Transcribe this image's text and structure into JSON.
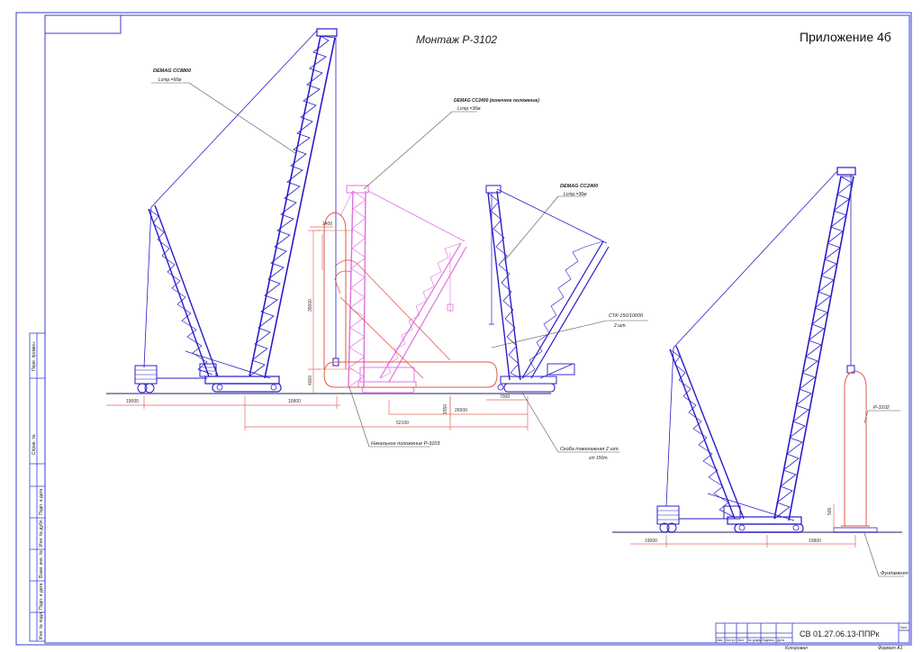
{
  "title": "Монтаж Р-3102",
  "appendix": "Приложение 4б",
  "labels": {
    "crane1_name": "DEMAG CC8800",
    "crane1_boom": "Lстр.=66м",
    "crane2_name": "DEMAG CC2400 (конечное положение)",
    "crane2_boom": "Lстр.=36м.",
    "crane3_name": "DEMAG CC2400",
    "crane3_boom": "Lстр.=36м.",
    "stk": "СТК-150/10000",
    "stk_qty": "2 шт.",
    "initial_pos": "Начальное положение Р-3103",
    "bracket1": "Скоба такелажная 2 шт.",
    "bracket2": "г/п 150т.",
    "vessel": "Р-3102",
    "foundation": "Фундамент"
  },
  "dims": {
    "d19000a": "19000",
    "d15800a": "15800",
    "d1400": "1400",
    "d35000": "35000",
    "d4000": "4000",
    "d1550": "1550",
    "d7000": "7000",
    "d26500": "26500",
    "d52100": "52100",
    "d19000b": "19000",
    "d15800b": "15800",
    "d500": "500"
  },
  "title_block": {
    "code": "СВ 01.27.06.13-ППРк",
    "sheet": "Лист",
    "izm": "Изм",
    "kol": "Кол.уч",
    "list": "Лист",
    "ndoc": "№ докум.",
    "sign": "Подпись",
    "date": "Дата",
    "copied": "Копировал",
    "format": "Формат А1"
  },
  "side_stamp": [
    "Взам. инв. №",
    "Подп. и дата",
    "Инв. № подл.",
    "Инв. № дубл.",
    "Подп. и дата",
    "Справ. №",
    "Перв. примен."
  ],
  "colors": {
    "crane": "#2a1cc8",
    "crane_pink": "#e070e0",
    "vessel": "#e05a4a",
    "dim_line": "#e06a5a",
    "frame": "#3a3ad0"
  }
}
